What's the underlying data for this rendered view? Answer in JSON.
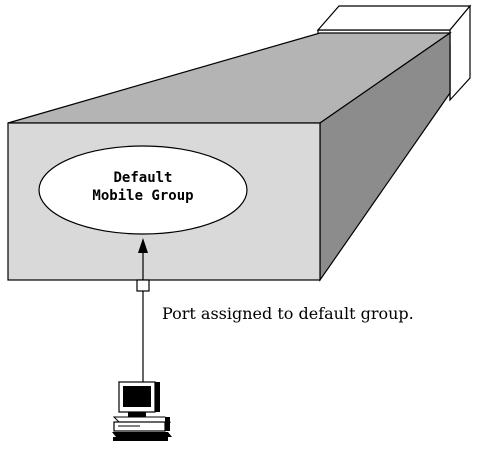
{
  "diagram": {
    "group": {
      "label_line1": "Default",
      "label_line2": "Mobile Group"
    },
    "port_caption": "Port assigned to default group."
  },
  "colors": {
    "line": "#000000",
    "face_front": "#d9d9d9",
    "face_top": "#b4b4b4",
    "face_side": "#8c8c8c",
    "background": "#ffffff"
  },
  "icons": {
    "switch": "switch-chassis-icon",
    "workstation": "workstation-computer-icon",
    "port": "port-icon"
  }
}
